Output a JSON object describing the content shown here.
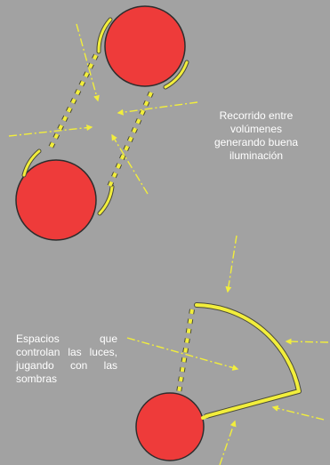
{
  "captions": {
    "top": "Recorrido entre volúmenes generando buena iluminación",
    "bottom": "Espacios que controlan las luces, jugando con las sombras"
  },
  "colors": {
    "background": "#a2a2a2",
    "volume_fill": "#ee3b3a",
    "volume_stroke": "#2d2d2d",
    "light": "#f2ee3c",
    "light_shadow": "#4a4a3a",
    "caption_text": "#ffffff"
  },
  "legend_icons": {
    "volume": "red-circle-volume",
    "wall": "yellow-wall",
    "light_ray": "yellow-dash-dot-arrow"
  }
}
